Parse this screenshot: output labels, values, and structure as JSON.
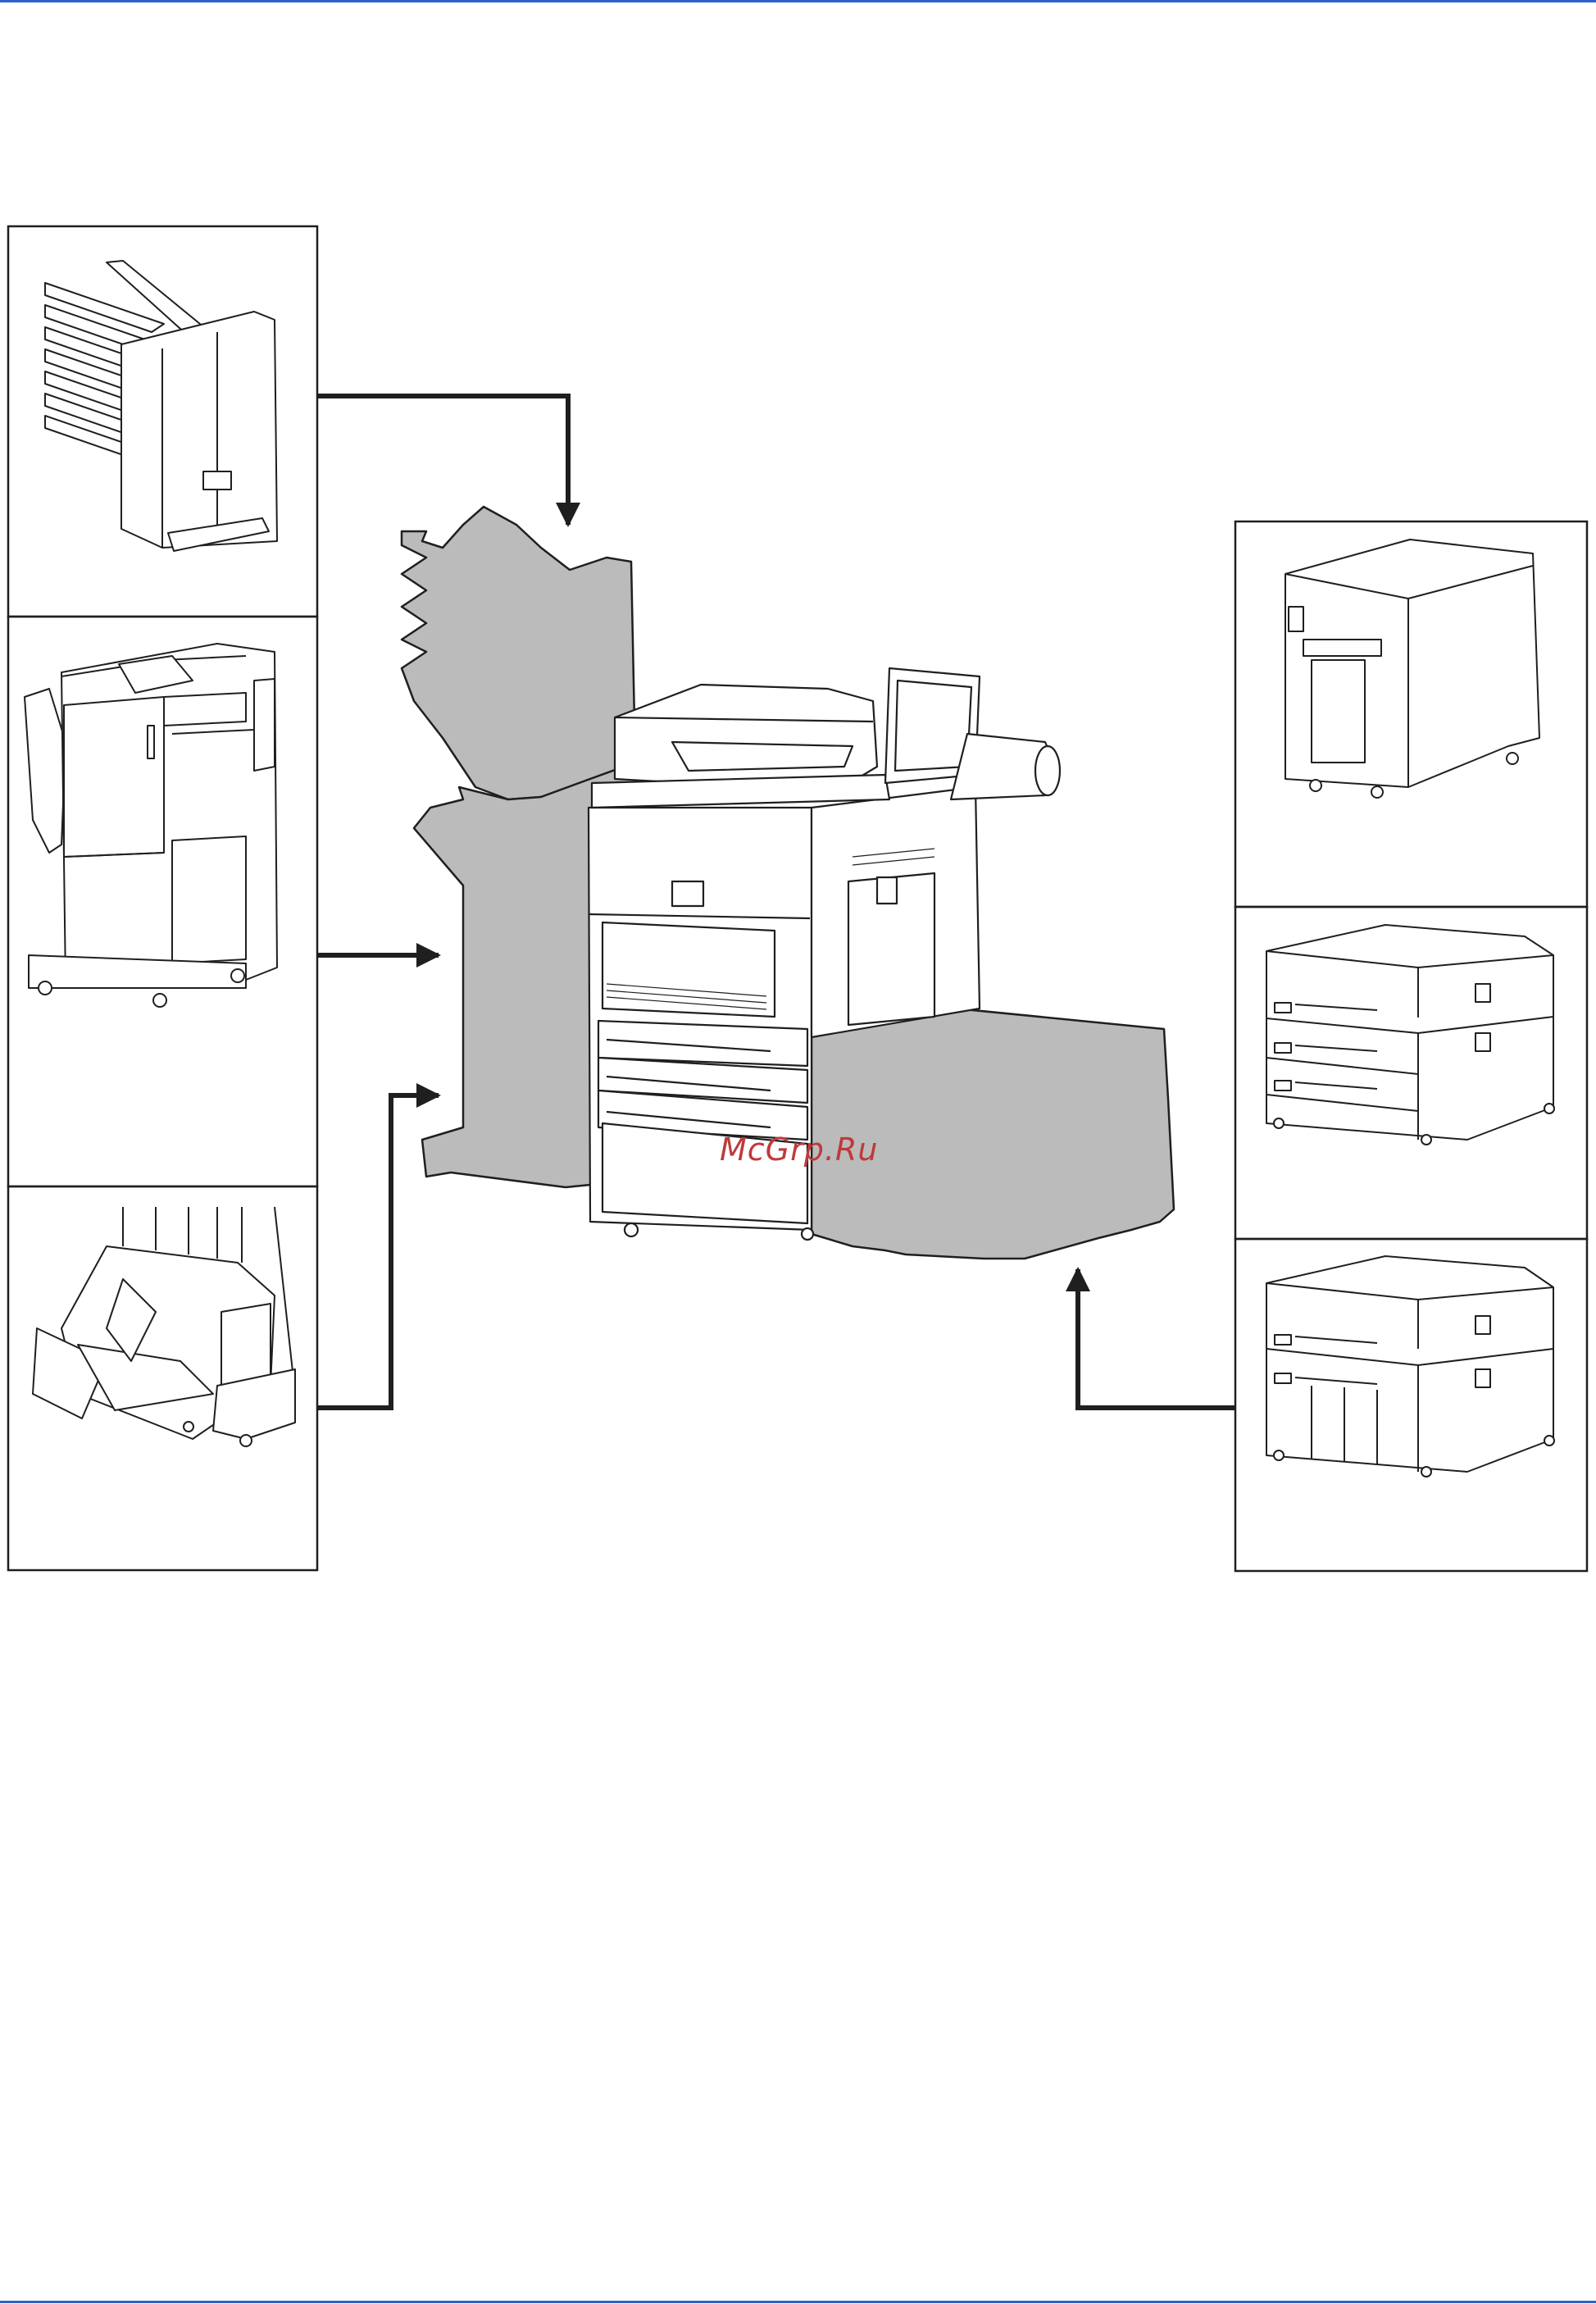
{
  "page": {
    "accent_color": "#2a64c8",
    "watermark_text": "McGrp.Ru"
  },
  "diagram": {
    "type": "printer-options-overview",
    "center_device": "multifunction-printer",
    "options_left": [
      "mailbox-sorter",
      "floor-finisher",
      "inner-finisher-booklet-unit"
    ],
    "options_right": [
      "side-paper-feeder",
      "paper-feeder-3-tray",
      "large-capacity-feeder"
    ],
    "colors": {
      "line": "#1f1f1f",
      "placeholder_fill": "#bbbbbb"
    }
  }
}
